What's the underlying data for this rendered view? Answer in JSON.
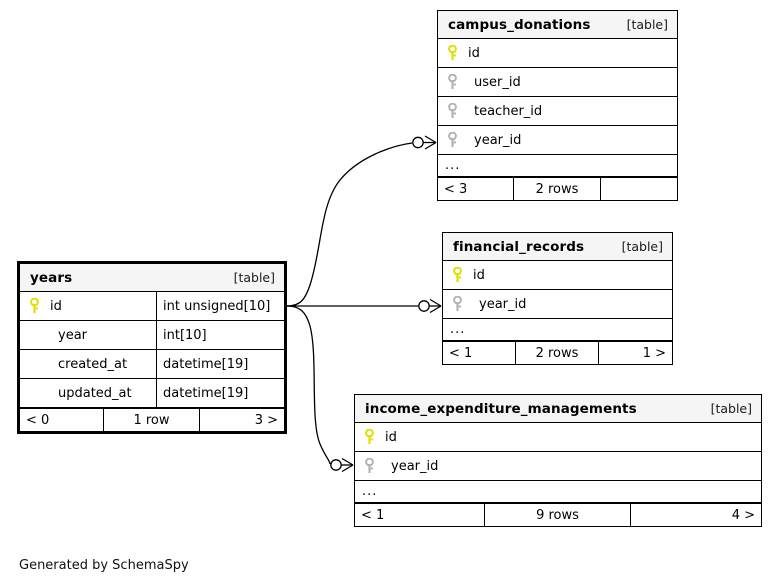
{
  "diagram": {
    "type": "entity-relationship-diagram",
    "generator_text": "Generated by SchemaSpy",
    "table_tag": "[table]",
    "ellipsis": "...",
    "colors": {
      "primary_key_icon": "#e8e800",
      "foreign_key_icon": "#b4b4b4",
      "header_background": "#f5f5f5",
      "border": "#000000",
      "background": "#ffffff"
    },
    "icons": {
      "primary_key": "key-icon-primary",
      "foreign_key": "key-icon-foreign"
    }
  },
  "tables": {
    "years": {
      "name": "years",
      "tag": "[table]",
      "focused": true,
      "columns": [
        {
          "icon": "primary",
          "name": "id",
          "type": "int unsigned[10]"
        },
        {
          "icon": "none",
          "name": "year",
          "type": "int[10]"
        },
        {
          "icon": "none",
          "name": "created_at",
          "type": "datetime[19]"
        },
        {
          "icon": "none",
          "name": "updated_at",
          "type": "datetime[19]"
        }
      ],
      "has_ellipsis": false,
      "footer": {
        "left": "< 0",
        "center": "1 row",
        "right": "3 >"
      }
    },
    "campus_donations": {
      "name": "campus_donations",
      "tag": "[table]",
      "focused": false,
      "columns": [
        {
          "icon": "primary",
          "name": "id",
          "type": ""
        },
        {
          "icon": "foreign",
          "name": "user_id",
          "type": ""
        },
        {
          "icon": "foreign",
          "name": "teacher_id",
          "type": ""
        },
        {
          "icon": "foreign",
          "name": "year_id",
          "type": ""
        }
      ],
      "has_ellipsis": true,
      "footer": {
        "left": "< 3",
        "center": "2 rows",
        "right": ""
      }
    },
    "financial_records": {
      "name": "financial_records",
      "tag": "[table]",
      "focused": false,
      "columns": [
        {
          "icon": "primary",
          "name": "id",
          "type": ""
        },
        {
          "icon": "foreign",
          "name": "year_id",
          "type": ""
        }
      ],
      "has_ellipsis": true,
      "footer": {
        "left": "< 1",
        "center": "2 rows",
        "right": "1 >"
      }
    },
    "income_expenditure_managements": {
      "name": "income_expenditure_managements",
      "tag": "[table]",
      "focused": false,
      "columns": [
        {
          "icon": "primary",
          "name": "id",
          "type": ""
        },
        {
          "icon": "foreign",
          "name": "year_id",
          "type": ""
        }
      ],
      "has_ellipsis": true,
      "footer": {
        "left": "< 1",
        "center": "9 rows",
        "right": "4 >"
      }
    }
  },
  "relationships": [
    {
      "from": "years.id",
      "to": "campus_donations.year_id",
      "from_cardinality": "one",
      "to_cardinality": "zero-or-many"
    },
    {
      "from": "years.id",
      "to": "financial_records.year_id",
      "from_cardinality": "one",
      "to_cardinality": "zero-or-many"
    },
    {
      "from": "years.id",
      "to": "income_expenditure_managements.year_id",
      "from_cardinality": "one",
      "to_cardinality": "zero-or-many"
    }
  ]
}
